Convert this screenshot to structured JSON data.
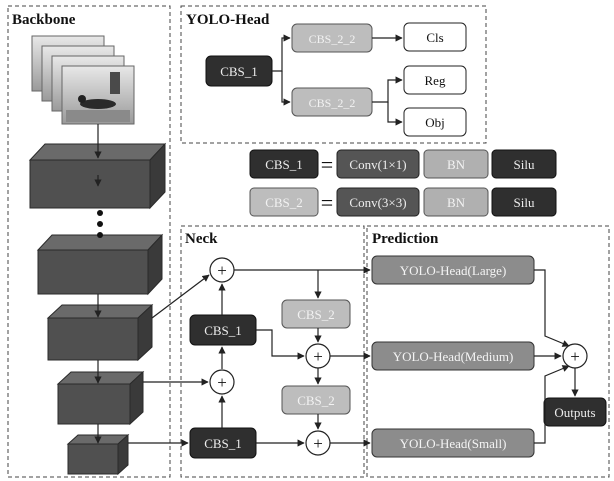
{
  "sections": {
    "backbone": "Backbone",
    "head": "YOLO-Head",
    "neck": "Neck",
    "prediction": "Prediction"
  },
  "head": {
    "cbs1": "CBS_1",
    "cbs2_top": "CBS_2_2",
    "cbs2_bottom": "CBS_2_2",
    "cls": "Cls",
    "reg": "Reg",
    "obj": "Obj"
  },
  "legend": {
    "row1": {
      "name": "CBS_1",
      "eq": "=",
      "conv": "Conv(1×1)",
      "bn": "BN",
      "act": "Silu"
    },
    "row2": {
      "name": "CBS_2",
      "eq": "=",
      "conv": "Conv(3×3)",
      "bn": "BN",
      "act": "Silu"
    }
  },
  "neck": {
    "cbs1_upper": "CBS_1",
    "cbs1_lower": "CBS_1",
    "cbs2_upper": "CBS_2",
    "cbs2_lower": "CBS_2",
    "plus": "+"
  },
  "prediction": {
    "large": "YOLO-Head(Large)",
    "medium": "YOLO-Head(Medium)",
    "small": "YOLO-Head(Small)",
    "plus": "+",
    "outputs": "Outputs"
  },
  "colors": {
    "dark": "#2f2f2f",
    "mid": "#8c8c8c",
    "light": "#bdbdbd",
    "cube_top": "#6a6a6a",
    "cube_front": "#505050",
    "cube_side": "#3a3a3a"
  }
}
